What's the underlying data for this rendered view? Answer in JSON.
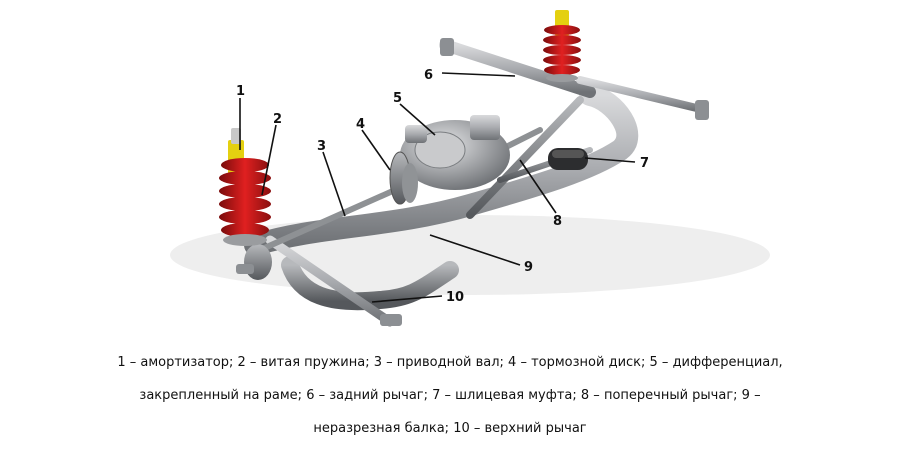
{
  "callouts": [
    "1",
    "2",
    "3",
    "4",
    "5",
    "6",
    "7",
    "8",
    "9",
    "10"
  ],
  "caption": {
    "line1": "1 – амортизатор; 2 – витая пружина; 3 – приводной вал; 4 – тормозной диск; 5 – дифференциал,",
    "line2": "закрепленный на раме; 6 – задний рычаг; 7 – шлицевая муфта; 8 – поперечный рычаг; 9 –",
    "line3": "неразрезная балка; 10 – верхний рычаг"
  }
}
